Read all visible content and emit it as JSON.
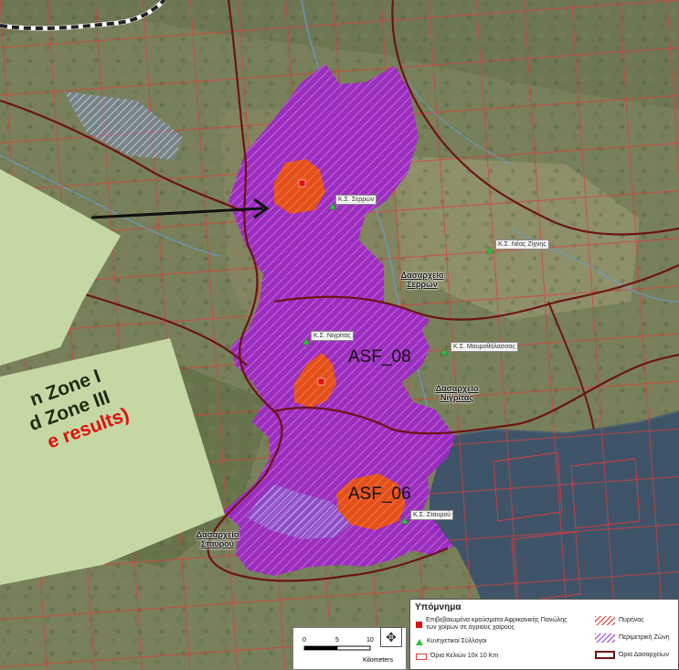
{
  "labels": {
    "asf_08": "ASF_08",
    "asf_06": "ASF_06",
    "office_serres": "Δασαρχείο Σερρών",
    "office_nigrita": "Δασαρχείο Νιγρίτας",
    "office_stavros": "Δασαρχείο Σταυρού",
    "club_serres": "Κ.Σ. Σερρών",
    "club_nea_zichni": "Κ.Σ. Νέας Ζίχνης",
    "club_nigrita": "Κ.Σ. Νιγρίτας",
    "club_mavrothalassa": "Κ.Σ. Μαυροθάλασσας",
    "club_stavros": "Κ.Σ. Σταυρού"
  },
  "note": {
    "line1": "n Zone I",
    "line2": "d Zone III",
    "line3": "e results)"
  },
  "legend": {
    "title": "Υπόμνημα",
    "confirmed_cases": "Επιβεβαιωμένα κρούσματα Αφρικανικής Πανώλης των χοίρων σε άγριους χοίρους",
    "hunting_clubs": "Κυνηγετικοί Σύλλογοι",
    "grid_cells": "Όρια Κελιών 10x 10 Km",
    "core": "Πυρήνας",
    "perimeter": "Περιμετρική Ζώνη",
    "forest_boundaries": "Όρια Δασαρχείων"
  },
  "scale": {
    "ticks": [
      "0",
      "5",
      "10"
    ],
    "unit": "Kilometers"
  },
  "colors": {
    "core_zone": "#e8541c",
    "perimeter_zone": "#a020c8",
    "case_marker": "#e01010",
    "club_marker": "#2fbf3a",
    "grid": "#e03a3a",
    "boundary": "#6b1414",
    "note_bg": "#c5d8a4",
    "note_red": "#e01010"
  },
  "icons": {
    "compass": "compass-icon"
  }
}
